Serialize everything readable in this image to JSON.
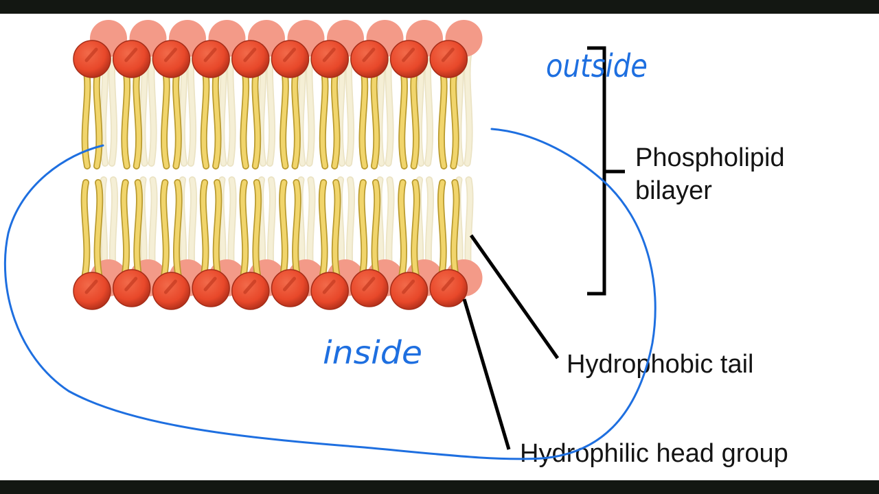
{
  "labels": {
    "bilayer_line1": "Phospholipid",
    "bilayer_line2": "bilayer",
    "tail": "Hydrophobic tail",
    "head": "Hydrophilic head group"
  },
  "annotations": {
    "outside": "outside",
    "inside": "inside"
  },
  "colors": {
    "frame": "#131712",
    "canvas": "#ffffff",
    "head": "#e8482a",
    "head_back": "#f39a88",
    "tail": "#f1d56c",
    "tail_back": "#f5efd6",
    "pointer": "#000000",
    "ink": "#1e6fe0"
  },
  "molecules": {
    "per_row": 10
  }
}
